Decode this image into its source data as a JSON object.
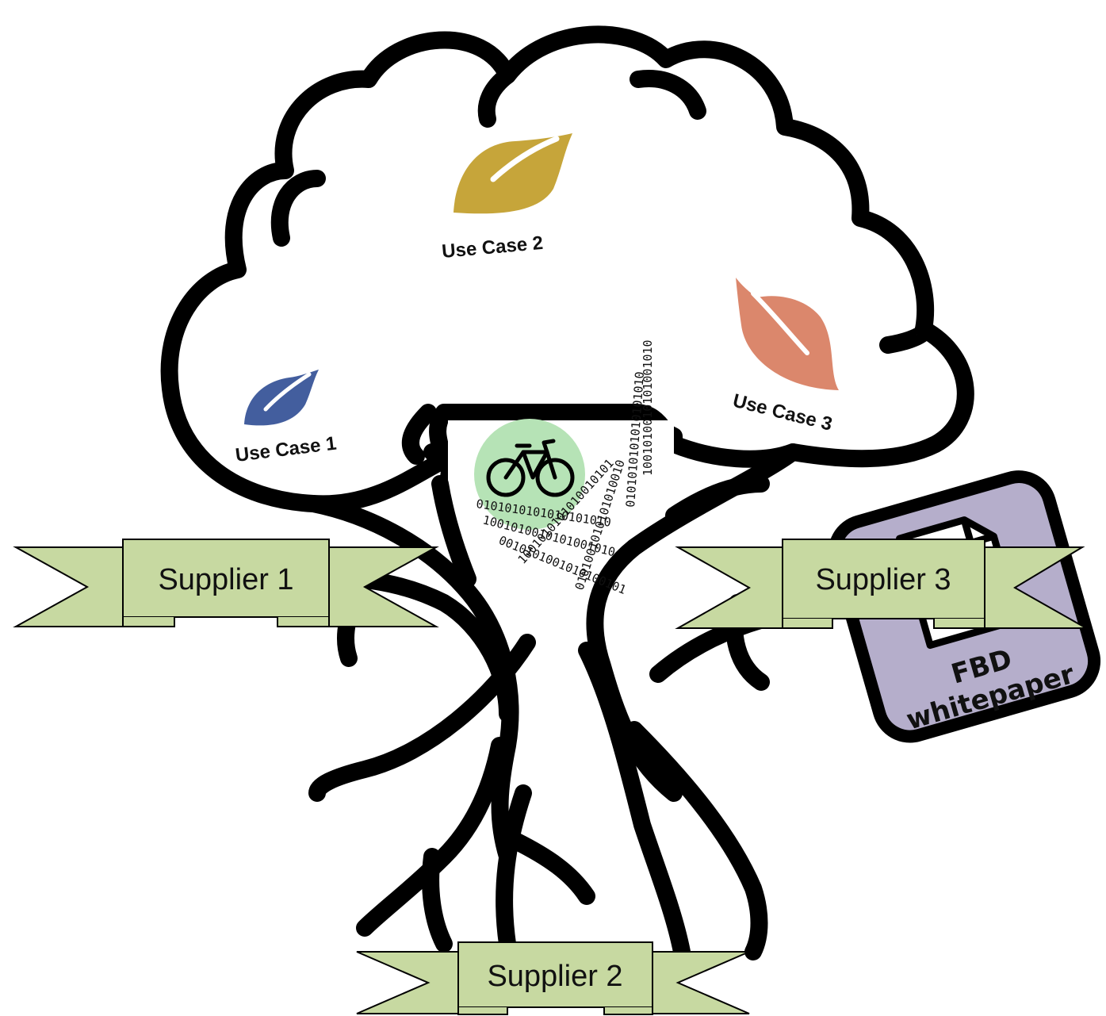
{
  "use_cases": [
    {
      "label": "Use Case 1",
      "color": "#435E9E"
    },
    {
      "label": "Use Case 2",
      "color": "#C6A53A"
    },
    {
      "label": "Use Case 3",
      "color": "#DB876C"
    }
  ],
  "suppliers": [
    {
      "label": "Supplier 1"
    },
    {
      "label": "Supplier 2"
    },
    {
      "label": "Supplier 3"
    }
  ],
  "whitepaper": {
    "line1": "FBD",
    "line2": "whitepaper",
    "color": "#B5AECB"
  },
  "center": {
    "icon": "bicycle-icon",
    "color": "#B6E3B6"
  },
  "binary_stream": [
    "0101010101010101010",
    "1001010010101001010",
    "0010101001010100101",
    "1001010101010010101",
    "0101001010101010010"
  ],
  "banner_color": "#C7D9A1"
}
